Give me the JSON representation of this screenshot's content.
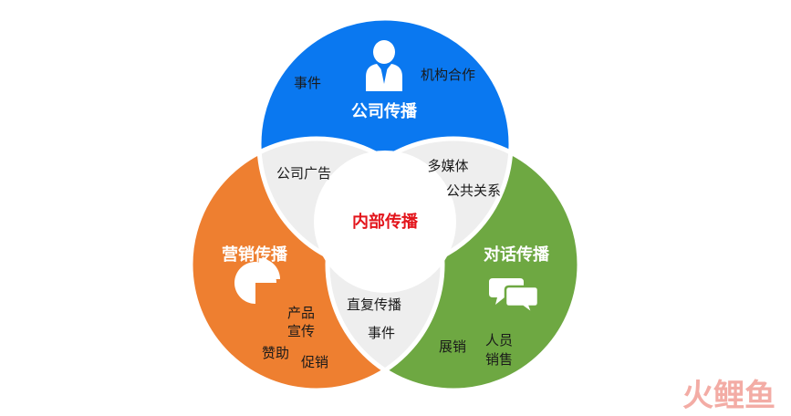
{
  "colors": {
    "company": "#0a78f0",
    "marketing": "#ee7f30",
    "dialogue": "#6ea842",
    "overlap": "#eeeeee",
    "center_title": "#e3141b",
    "watermark": "#f2a49c"
  },
  "company": {
    "title": "公司传播",
    "items": [
      "事件",
      "机构合作"
    ],
    "icon": "person-icon"
  },
  "marketing": {
    "title": "营销传播",
    "items": [
      "产品",
      "宣传",
      "赞助",
      "促销"
    ],
    "icon": "pie-chart-icon"
  },
  "dialogue": {
    "title": "对话传播",
    "items": [
      "展销",
      "人员",
      "销售"
    ],
    "icon": "chat-bubbles-icon"
  },
  "overlaps": {
    "company_marketing": [
      "公司广告"
    ],
    "company_dialogue": [
      "多媒体",
      "公共关系"
    ],
    "marketing_dialogue": [
      "直复传播",
      "事件"
    ]
  },
  "center": {
    "title": "内部传播"
  },
  "watermark": {
    "text": "火鲤鱼"
  }
}
